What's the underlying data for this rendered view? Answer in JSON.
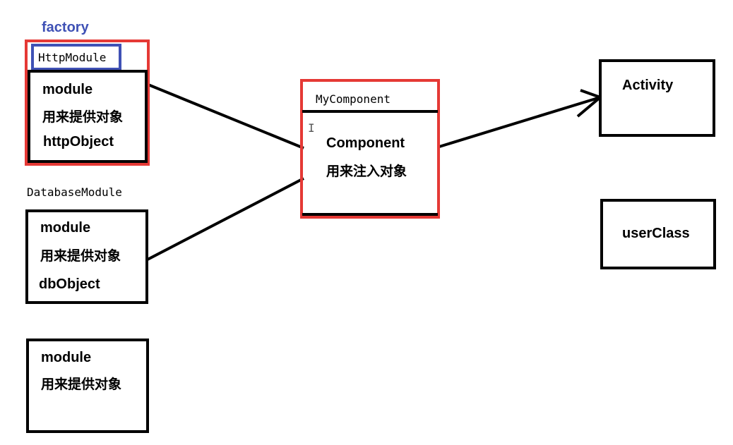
{
  "factory_label": "factory",
  "http_module": {
    "name": "HttpModule",
    "lines": [
      "module",
      "用来提供对象",
      "httpObject"
    ]
  },
  "database_module": {
    "name": "DatabaseModule",
    "lines": [
      "module",
      "用来提供对象",
      "dbObject"
    ]
  },
  "third_module": {
    "lines": [
      "module",
      "用来提供对象"
    ]
  },
  "component": {
    "name": "MyComponent",
    "lines": [
      "Component",
      "用来注入对象"
    ]
  },
  "activity": {
    "label": "Activity"
  },
  "user_class": {
    "label": "userClass"
  },
  "colors": {
    "highlight_red": "#e53935",
    "highlight_blue": "#3f51b5",
    "stroke": "#000000"
  }
}
